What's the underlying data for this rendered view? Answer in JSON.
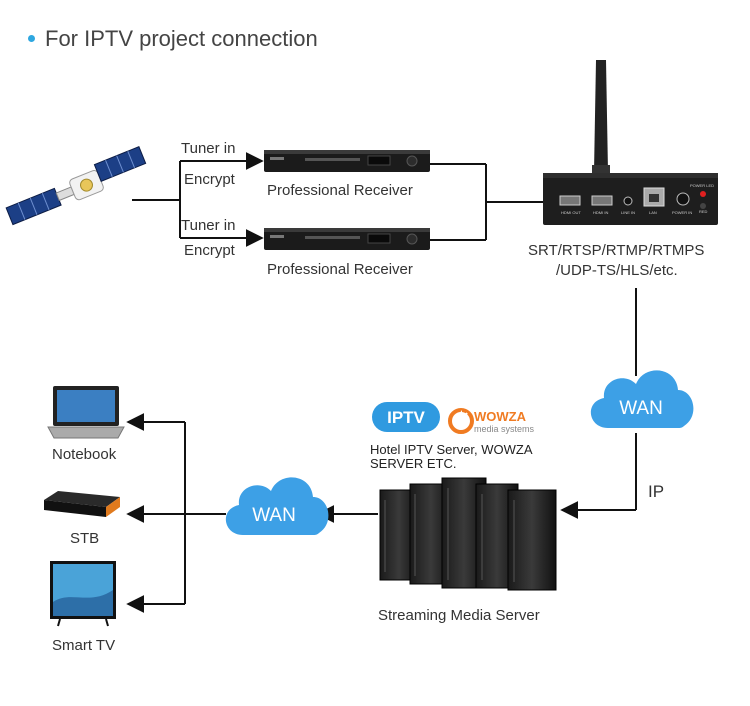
{
  "title": "For IPTV project connection",
  "tuner_labels": [
    {
      "line1": "Tuner in",
      "line2": "Encrypt"
    },
    {
      "line1": "Tuner in",
      "line2": "Encrypt"
    }
  ],
  "receivers": [
    "Professional Receiver",
    "Professional Receiver"
  ],
  "encoder": {
    "protocols_line1": "SRT/RTSP/RTMP/RTMPS",
    "protocols_line2": "/UDP-TS/HLS/etc.",
    "port_labels": [
      "HDMI OUT",
      "HDMI IN",
      "LINE IN",
      "LAN",
      "POWER IN"
    ],
    "led_label": "POWER LED",
    "led_sub": "RED"
  },
  "clouds": [
    "WAN",
    "WAN"
  ],
  "ip_label": "IP",
  "logos": {
    "iptv": "IPTV",
    "wowza": "WOWZA",
    "wowza_sub": "media systems"
  },
  "server": {
    "desc_line1": "Hotel IPTV Server, WOWZA",
    "desc_line2": "SERVER ETC.",
    "label": "Streaming Media Server"
  },
  "devices": [
    "Notebook",
    "STB",
    "Smart TV"
  ],
  "colors": {
    "cloud": "#3da0e6",
    "accent_dot": "#2ea7e0",
    "iptv": "#2f9ae0",
    "wowza": "#f07b22",
    "line": "#111111"
  }
}
